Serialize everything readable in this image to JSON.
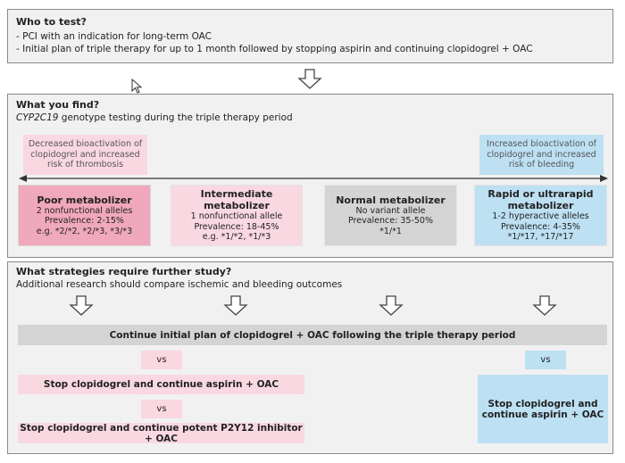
{
  "who": {
    "title": "Who to test?",
    "lines": [
      "- PCI with an indication for long-term OAC",
      "- Initial plan of triple therapy for up to 1 month followed by stopping aspirin and continuing clopidogrel + OAC"
    ]
  },
  "find": {
    "title": "What you find?",
    "subtitle_italic": "CYP2C19",
    "subtitle_rest": " genotype testing during the triple therapy period",
    "left_note": [
      "Decreased bioactivation of",
      "clopidogrel and increased",
      "risk of thrombosis"
    ],
    "right_note": [
      "Increased bioactivation of",
      "clopidogrel and increased",
      "risk of bleeding"
    ],
    "boxes": [
      {
        "title": [
          "Poor metabolizer"
        ],
        "lines": [
          "2 nonfunctional alleles",
          "Prevalence: 2-15%",
          "e.g. *2/*2, *2/*3, *3/*3"
        ]
      },
      {
        "title": [
          "Intermediate metabolizer"
        ],
        "lines": [
          "1 nonfunctional allele",
          "Prevalence: 18-45%",
          "e.g. *1/*2, *1/*3"
        ]
      },
      {
        "title": [
          "Normal metabolizer"
        ],
        "lines": [
          "No variant allele",
          "Prevalence: 35-50%",
          "*1/*1"
        ]
      },
      {
        "title": [
          "Rapid or ultrarapid",
          "metabolizer"
        ],
        "lines": [
          "1-2 hyperactive alleles",
          "Prevalence: 4-35%",
          "*1/*17, *17/*17"
        ]
      }
    ]
  },
  "study": {
    "title": "What strategies require further study?",
    "subtitle": "Additional research should compare ischemic and bleeding outcomes",
    "continue_bar": "Continue initial plan of clopidogrel + OAC following the triple therapy period",
    "vs": "vs",
    "stop_aspirin": "Stop clopidogrel and continue aspirin + OAC",
    "stop_p2y12": "Stop clopidogrel and continue potent P2Y12 inhibitor + OAC",
    "right_box": [
      "Stop clopidogrel and",
      "continue aspirin + OAC"
    ]
  },
  "colors": {
    "panel_bg": "#f1f1f1",
    "pink_dark": "#f0a8bd",
    "pink_light": "#f9d8e2",
    "gray_box": "#d4d4d4",
    "blue": "#bde0f3"
  }
}
